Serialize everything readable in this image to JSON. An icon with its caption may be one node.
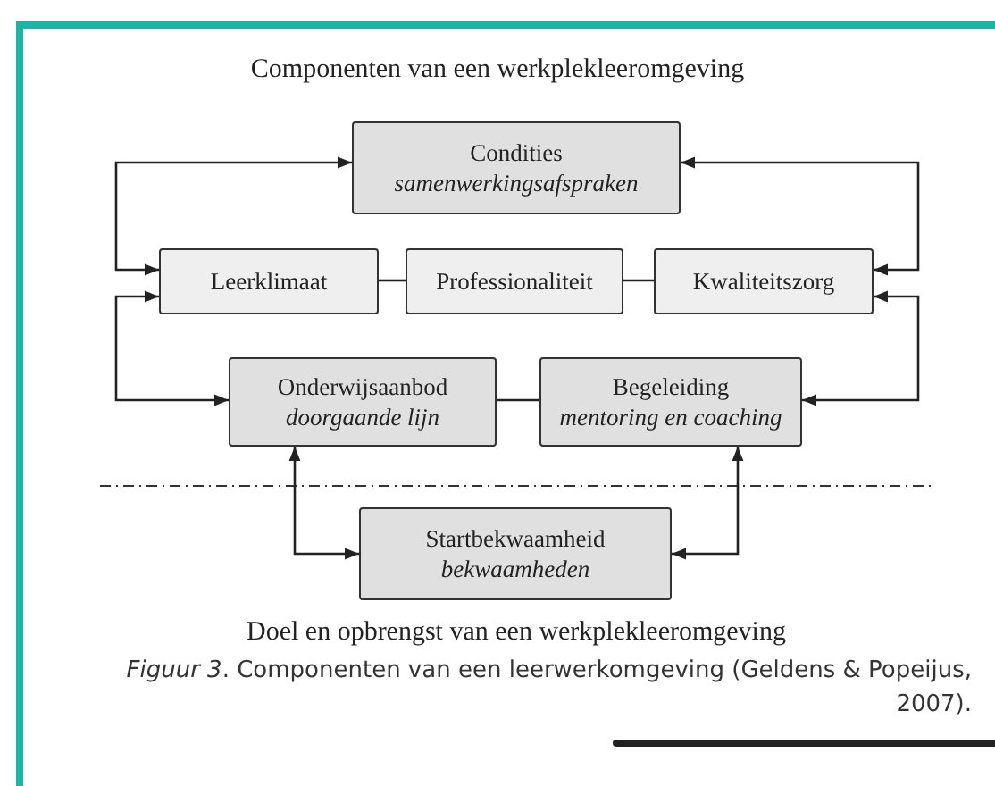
{
  "diagram": {
    "title": "Componenten van een werkplekleeromgeving",
    "caption": "*Figuur 3*. Componenten van een leerwerkomgeving (Geldens & Popeijus, 2007).",
    "nodes": [
      {
        "text": [
          "Condities",
          "samenwerkingsafspraken"
        ]
      },
      {
        "text": [
          "Leerklimaat"
        ]
      },
      {
        "text": [
          "Professionaliteit"
        ]
      },
      {
        "text": [
          "Kwaliteitszorg"
        ]
      },
      {
        "text": [
          "Onderwijsaanbod",
          "doorgaande lijn"
        ]
      },
      {
        "text": [
          "Begeleiding",
          "mentoring en coaching"
        ]
      },
      {
        "text": [
          "Startbekwaamheid",
          "bekwaamheden"
        ]
      }
    ],
    "edges": [
      {
        "from": 1,
        "to": 0,
        "arrow": "both"
      },
      {
        "from": 3,
        "to": 0,
        "arrow": "both"
      },
      {
        "from": 1,
        "to": 2,
        "arrow": "none"
      },
      {
        "from": 2,
        "to": 3,
        "arrow": "none"
      },
      {
        "from": 4,
        "to": 1,
        "arrow": "both"
      },
      {
        "from": 5,
        "to": 3,
        "arrow": "both"
      },
      {
        "from": 4,
        "to": 5,
        "arrow": "none"
      },
      {
        "from": 6,
        "to": 4,
        "arrow": "both"
      },
      {
        "from": 6,
        "to": 5,
        "arrow": "both"
      }
    ],
    "labels": [
      "Doel en opbrengst van een werkplekleeromgeving"
    ]
  }
}
